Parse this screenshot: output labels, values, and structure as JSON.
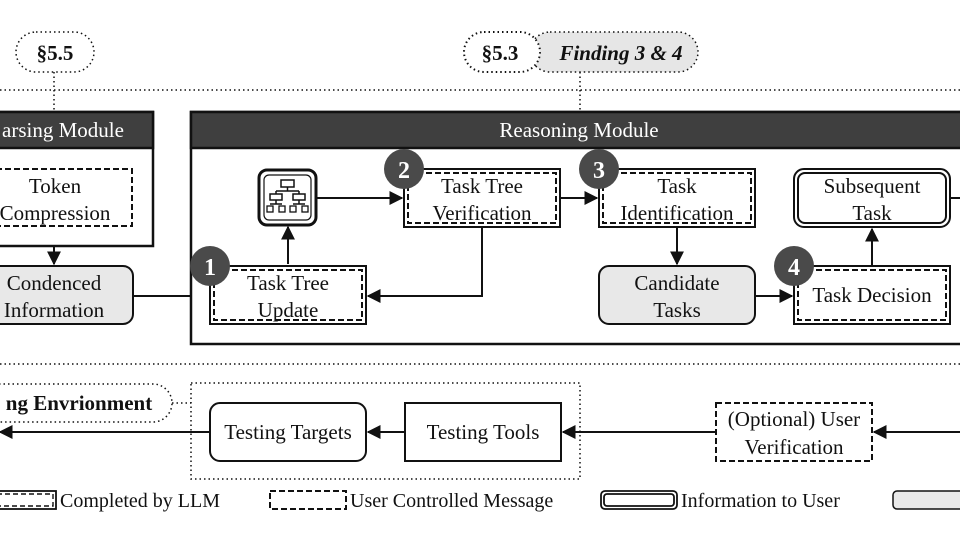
{
  "tags": {
    "left_section": "§5.5",
    "right_section": "§5.3",
    "finding": "Finding 3 & 4"
  },
  "parsing": {
    "title": "arsing Module",
    "token_line1": "Token",
    "token_line2": "Compression",
    "condensed_line1": "Condenced",
    "condensed_line2": "Information"
  },
  "reasoning": {
    "title": "Reasoning Module",
    "step1_num": "1",
    "step1_line1": "Task Tree",
    "step1_line2": "Update",
    "step2_num": "2",
    "step2_line1": "Task Tree",
    "step2_line2": "Verification",
    "step3_num": "3",
    "step3_line1": "Task",
    "step3_line2": "Identification",
    "candidate_line1": "Candidate",
    "candidate_line2": "Tasks",
    "step4_num": "4",
    "step4_label": "Task Decision",
    "subsequent_line1": "Subsequent",
    "subsequent_line2": "Task"
  },
  "testing": {
    "env_label": "ng Envrionment",
    "targets": "Testing Targets",
    "tools": "Testing Tools",
    "user_verif_line1": "(Optional) User",
    "user_verif_line2": "Verification"
  },
  "legend": {
    "llm": "Completed by LLM",
    "user_msg": "User Controlled Message",
    "info_user": "Information to User"
  },
  "icons": {
    "tree": "task-tree-icon"
  }
}
